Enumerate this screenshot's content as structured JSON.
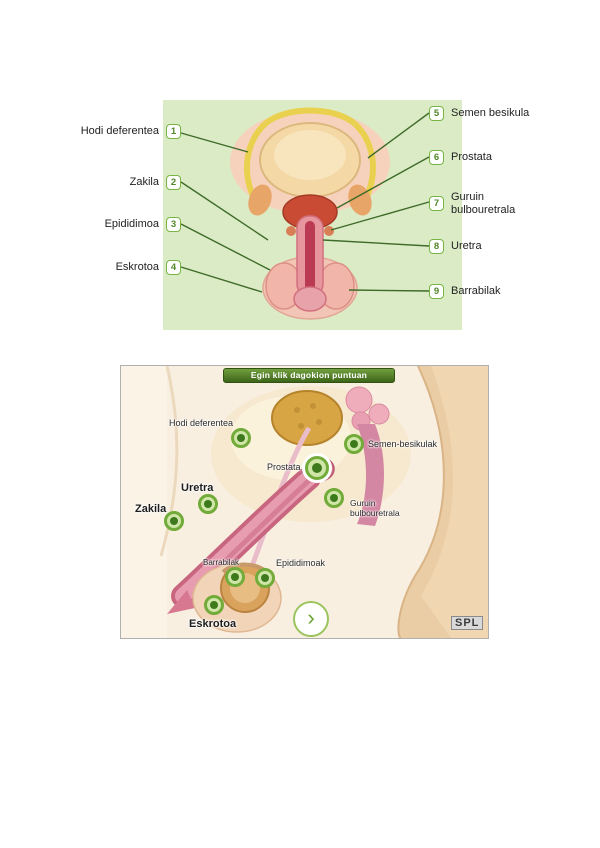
{
  "figure1": {
    "items_left": [
      {
        "num": "1",
        "label": "Hodi deferentea"
      },
      {
        "num": "2",
        "label": "Zakila"
      },
      {
        "num": "3",
        "label": "Epididimoa"
      },
      {
        "num": "4",
        "label": "Eskrotoa"
      }
    ],
    "items_right": [
      {
        "num": "5",
        "label": "Semen besikula"
      },
      {
        "num": "6",
        "label": "Prostata"
      },
      {
        "num": "7",
        "label": "Guruin bulbouretrala"
      },
      {
        "num": "8",
        "label": "Uretra"
      },
      {
        "num": "9",
        "label": "Barrabilak"
      }
    ],
    "colors": {
      "background": "#dbebc6",
      "badge_border": "#79b344",
      "badge_number": "#53872c",
      "pointer_line": "#3e6b28"
    }
  },
  "figure2": {
    "header": "Egin klik dagokion puntuan",
    "markers": [
      {
        "label": "Hodi deferentea"
      },
      {
        "label": "Semen-besikulak"
      },
      {
        "label": "Prostata"
      },
      {
        "label": "Uretra"
      },
      {
        "label": "Zakila"
      },
      {
        "label": "Guruin bulbouretrala"
      },
      {
        "label": "Barrabilak"
      },
      {
        "label": "Epididimoak"
      },
      {
        "label": "Eskrotoa"
      }
    ],
    "next_button": "›",
    "logo": "SPL",
    "colors": {
      "header_bg": "#4a7a1e",
      "marker_ring": "#72ab3a",
      "marker_dot": "#3e7a1d"
    }
  }
}
